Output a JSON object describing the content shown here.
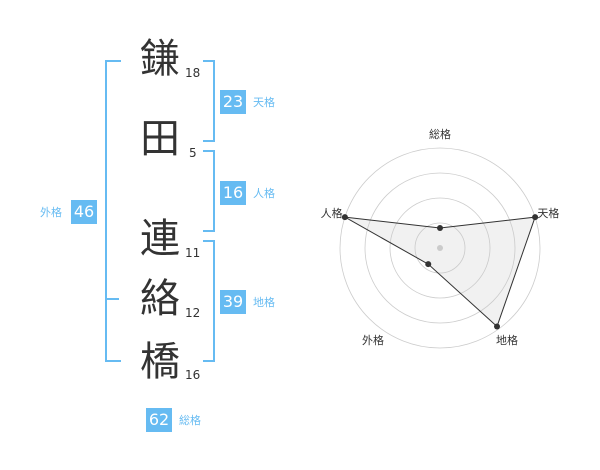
{
  "name": {
    "chars": [
      {
        "char": "鎌",
        "strokes": "18"
      },
      {
        "char": "田",
        "strokes": "5"
      },
      {
        "char": "連",
        "strokes": "11"
      },
      {
        "char": "絡",
        "strokes": "12"
      },
      {
        "char": "橋",
        "strokes": "16"
      }
    ]
  },
  "kakusu": {
    "tenkaku": {
      "value": "23",
      "label": "天格"
    },
    "jinkaku": {
      "value": "16",
      "label": "人格"
    },
    "chikaku": {
      "value": "39",
      "label": "地格"
    },
    "gaikaku": {
      "value": "46",
      "label": "外格"
    },
    "soukaku": {
      "value": "62",
      "label": "総格"
    }
  },
  "colors": {
    "accent": "#66bbf2",
    "text": "#333333",
    "grid": "#cccccc"
  },
  "chart_data": {
    "type": "radar",
    "axes": [
      "総格",
      "天格",
      "地格",
      "外格",
      "人格"
    ],
    "values": [
      0.2,
      1.0,
      0.97,
      0.2,
      1.0
    ],
    "rings": 4
  }
}
